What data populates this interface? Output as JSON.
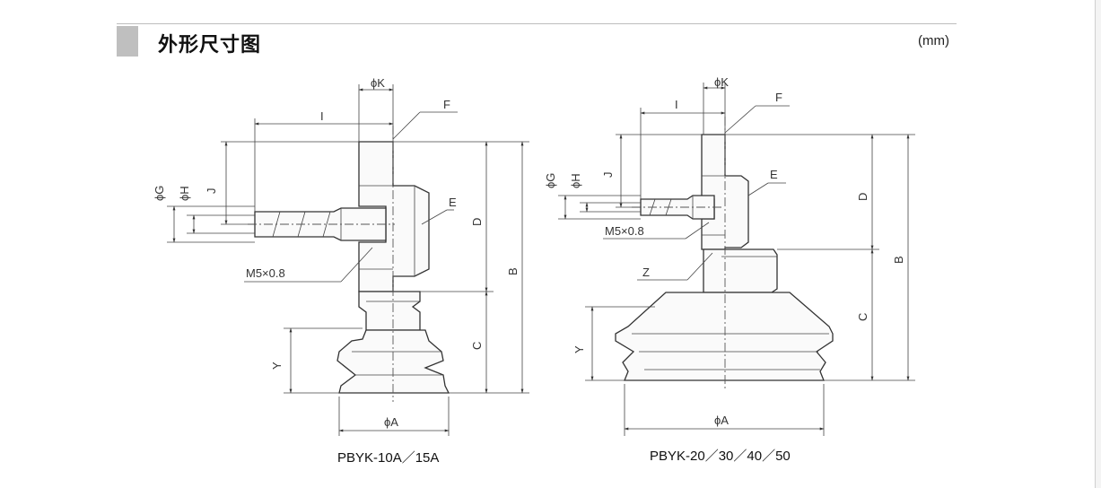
{
  "header": {
    "title": "外形尺寸图",
    "unit": "(mm)"
  },
  "left_drawing": {
    "model": "PBYK-10A／15A",
    "labels": {
      "phiK": "ϕK",
      "I": "I",
      "F": "F",
      "E": "E",
      "J": "J",
      "phiG": "ϕG",
      "phiH": "ϕH",
      "D": "D",
      "B": "B",
      "C": "C",
      "M5": "M5×0.8",
      "Y": "Y",
      "phiA": "ϕA"
    }
  },
  "right_drawing": {
    "model": "PBYK-20／30／40／50",
    "labels": {
      "phiK": "ϕK",
      "I": "I",
      "F": "F",
      "E": "E",
      "J": "J",
      "phiG": "ϕG",
      "phiH": "ϕH",
      "D": "D",
      "B": "B",
      "C": "C",
      "M5": "M5×0.8",
      "Z": "Z",
      "Y": "Y",
      "phiA": "ϕA"
    }
  }
}
